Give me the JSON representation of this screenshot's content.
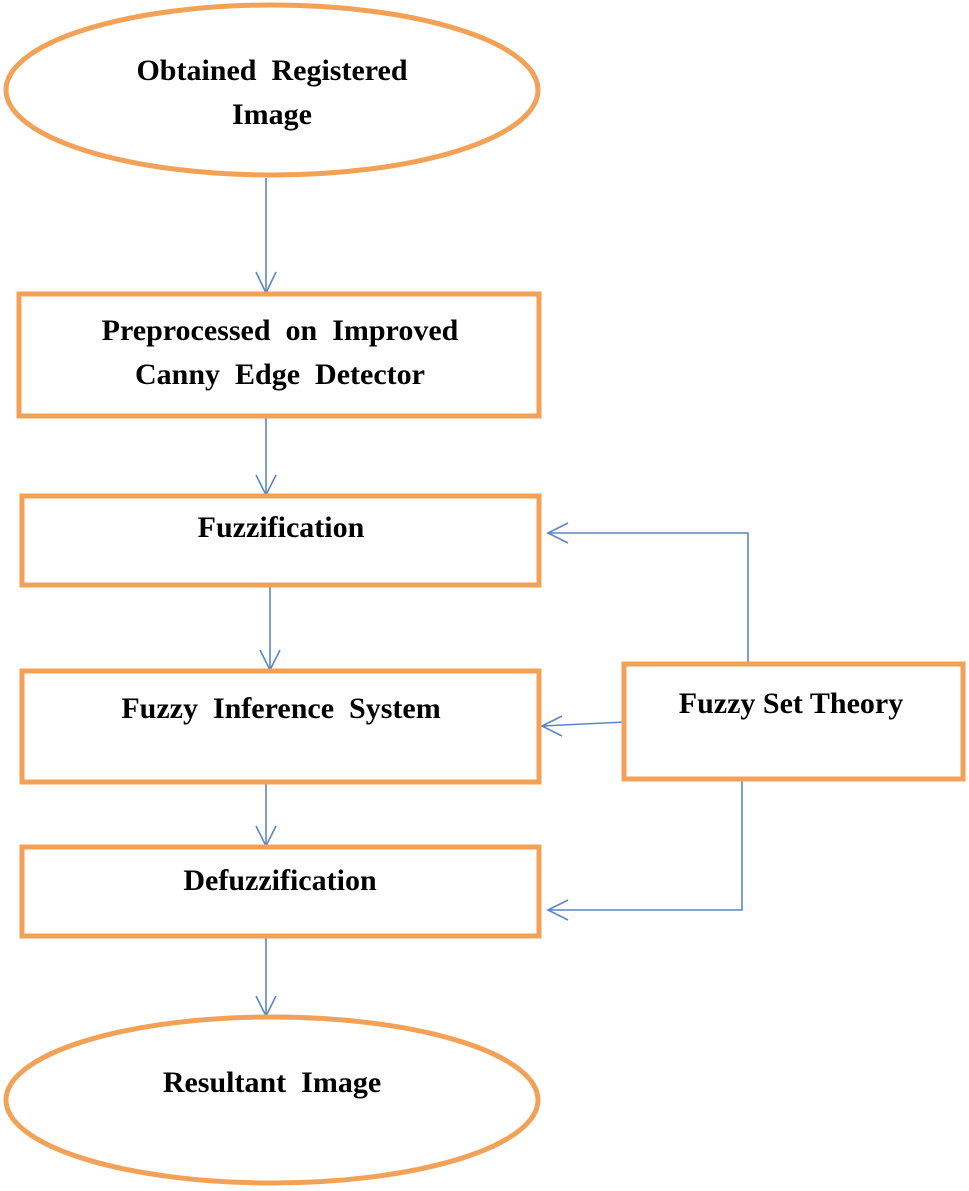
{
  "colors": {
    "node_border": "#f3a156",
    "connector": "#5b86c6",
    "text": "#000000",
    "background": "#ffffff"
  },
  "nodes": {
    "start": {
      "shape": "ellipse",
      "lines": [
        "Obtained  Registered",
        "Image"
      ]
    },
    "preprocess": {
      "shape": "rectangle",
      "lines": [
        "Preprocessed  on  Improved",
        "Canny  Edge  Detector"
      ]
    },
    "fuzzification": {
      "shape": "rectangle",
      "lines": [
        "Fuzzification"
      ]
    },
    "inference": {
      "shape": "rectangle",
      "lines": [
        "Fuzzy  Inference  System"
      ]
    },
    "defuzzification": {
      "shape": "rectangle",
      "lines": [
        "Defuzzification"
      ]
    },
    "result": {
      "shape": "ellipse",
      "lines": [
        "Resultant  Image"
      ]
    },
    "set_theory": {
      "shape": "rectangle",
      "lines": [
        "Fuzzy Set Theory"
      ]
    }
  },
  "edges": [
    {
      "from": "start",
      "to": "preprocess"
    },
    {
      "from": "preprocess",
      "to": "fuzzification"
    },
    {
      "from": "fuzzification",
      "to": "inference"
    },
    {
      "from": "inference",
      "to": "defuzzification"
    },
    {
      "from": "defuzzification",
      "to": "result"
    },
    {
      "from": "set_theory",
      "to": "fuzzification"
    },
    {
      "from": "set_theory",
      "to": "inference"
    },
    {
      "from": "set_theory",
      "to": "defuzzification"
    }
  ]
}
